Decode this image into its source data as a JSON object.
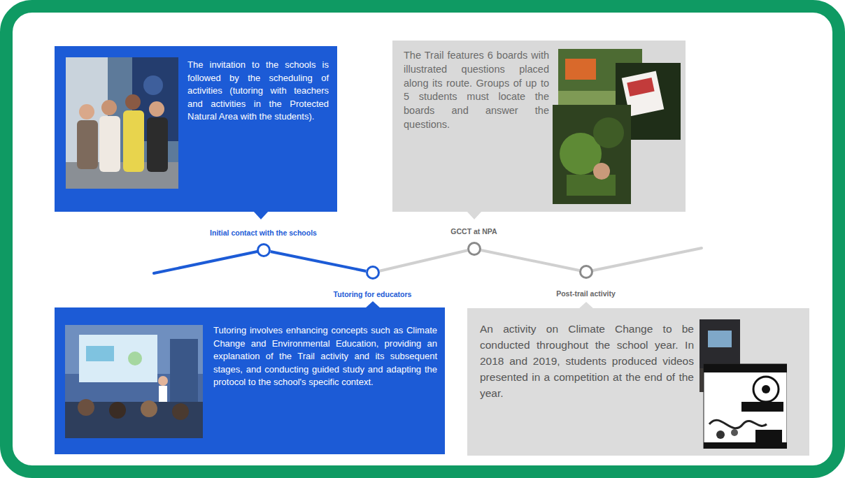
{
  "diagram": {
    "nodes": [
      {
        "text": [
          "The invitation to the schools is followed by the scheduling of activities (tutoring with teachers and activities in the Protected Natural Area with the students)."
        ]
      },
      {
        "text": [
          "The Trail features 6 boards with illustrated questions placed along its route. Groups of up to 5 students must locate the boards and answer the questions."
        ]
      },
      {
        "text": [
          "Initial contact with the schools"
        ]
      },
      {
        "text": [
          "GCCT at NPA"
        ]
      },
      {
        "text": [
          "Tutoring for educators"
        ]
      },
      {
        "text": [
          "Post-trail activity"
        ]
      },
      {
        "text": [
          "Tutoring involves enhancing concepts such as Climate Change and Environmental Education, providing an explanation of the Trail activity and its subsequent stages, and conducting guided study and adapting the protocol to the school's specific context."
        ]
      },
      {
        "text": [
          "An activity on Climate Change to be conducted throughout the school year. In 2018 and 2019, students produced videos presented in a competition at the end of the year."
        ]
      }
    ],
    "edges": [
      {
        "from": 2,
        "to": 4,
        "arrow": "none"
      },
      {
        "from": 4,
        "to": 3,
        "arrow": "none"
      },
      {
        "from": 3,
        "to": 5,
        "arrow": "none"
      }
    ]
  }
}
